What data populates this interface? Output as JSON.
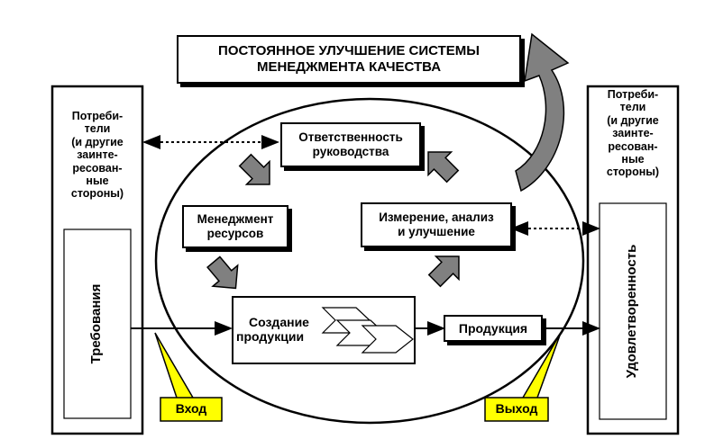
{
  "title": {
    "line1": "ПОСТОЯННОЕ УЛУЧШЕНИЕ СИСТЕМЫ",
    "line2": "МЕНЕДЖМЕНТА КАЧЕСТВА"
  },
  "left_panel": {
    "line1": "Потреби-",
    "line2": "тели",
    "line3": "(и другие",
    "line4": "заинте-",
    "line5": "ресован-",
    "line6": "ные",
    "line7": "стороны)",
    "inner_label": "Требования"
  },
  "right_panel": {
    "line1": "Потреби-",
    "line2": "тели",
    "line3": "(и другие",
    "line4": "заинте-",
    "line5": "ресован-",
    "line6": "ные",
    "line7": "стороны)",
    "inner_label": "Удовлетворенность"
  },
  "processes": {
    "responsibility": {
      "line1": "Ответственность",
      "line2": "руководства"
    },
    "resources": {
      "line1": "Менеджмент",
      "line2": "ресурсов"
    },
    "measurement": {
      "line1": "Измерение, анализ",
      "line2": "и улучшение"
    },
    "product_realization": {
      "line1": "Создание",
      "line2": "продукции"
    },
    "product": "Продукция"
  },
  "callouts": {
    "input": "Вход",
    "output": "Выход"
  },
  "colors": {
    "callout_fill": "#ffff00",
    "arrow_fill": "#808080",
    "line": "#000000"
  }
}
